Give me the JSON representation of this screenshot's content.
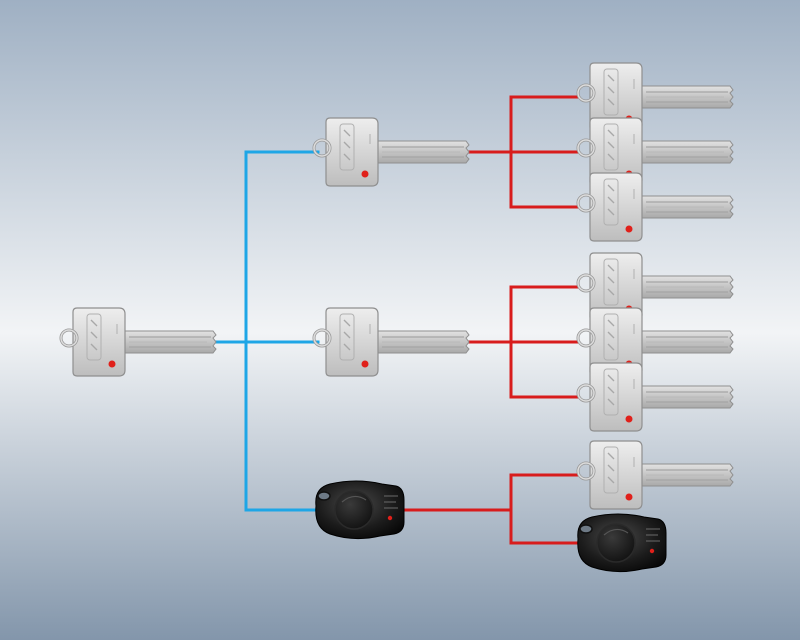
{
  "colors": {
    "bg_top": "#9fb0c3",
    "bg_mid": "#f2f4f6",
    "bg_bottom": "#8396ab",
    "line_primary": "#1ea6e6",
    "line_secondary": "#d81c1c",
    "key_body": "#d8d8d8",
    "key_blade": "#c9c9c9",
    "key_outline": "#8f8f8f",
    "red_dot": "#e0201a",
    "remote_body": "#1a1a1a"
  },
  "icons": {
    "key": "key-icon",
    "remote": "remote-fob-icon"
  },
  "hierarchy": {
    "master": {
      "type": "key"
    },
    "groups": [
      {
        "type": "key",
        "children": [
          {
            "type": "key"
          },
          {
            "type": "key"
          },
          {
            "type": "key"
          }
        ]
      },
      {
        "type": "key",
        "children": [
          {
            "type": "key"
          },
          {
            "type": "key"
          },
          {
            "type": "key"
          }
        ]
      },
      {
        "type": "remote",
        "children": [
          {
            "type": "key"
          },
          {
            "type": "remote"
          }
        ]
      }
    ]
  }
}
